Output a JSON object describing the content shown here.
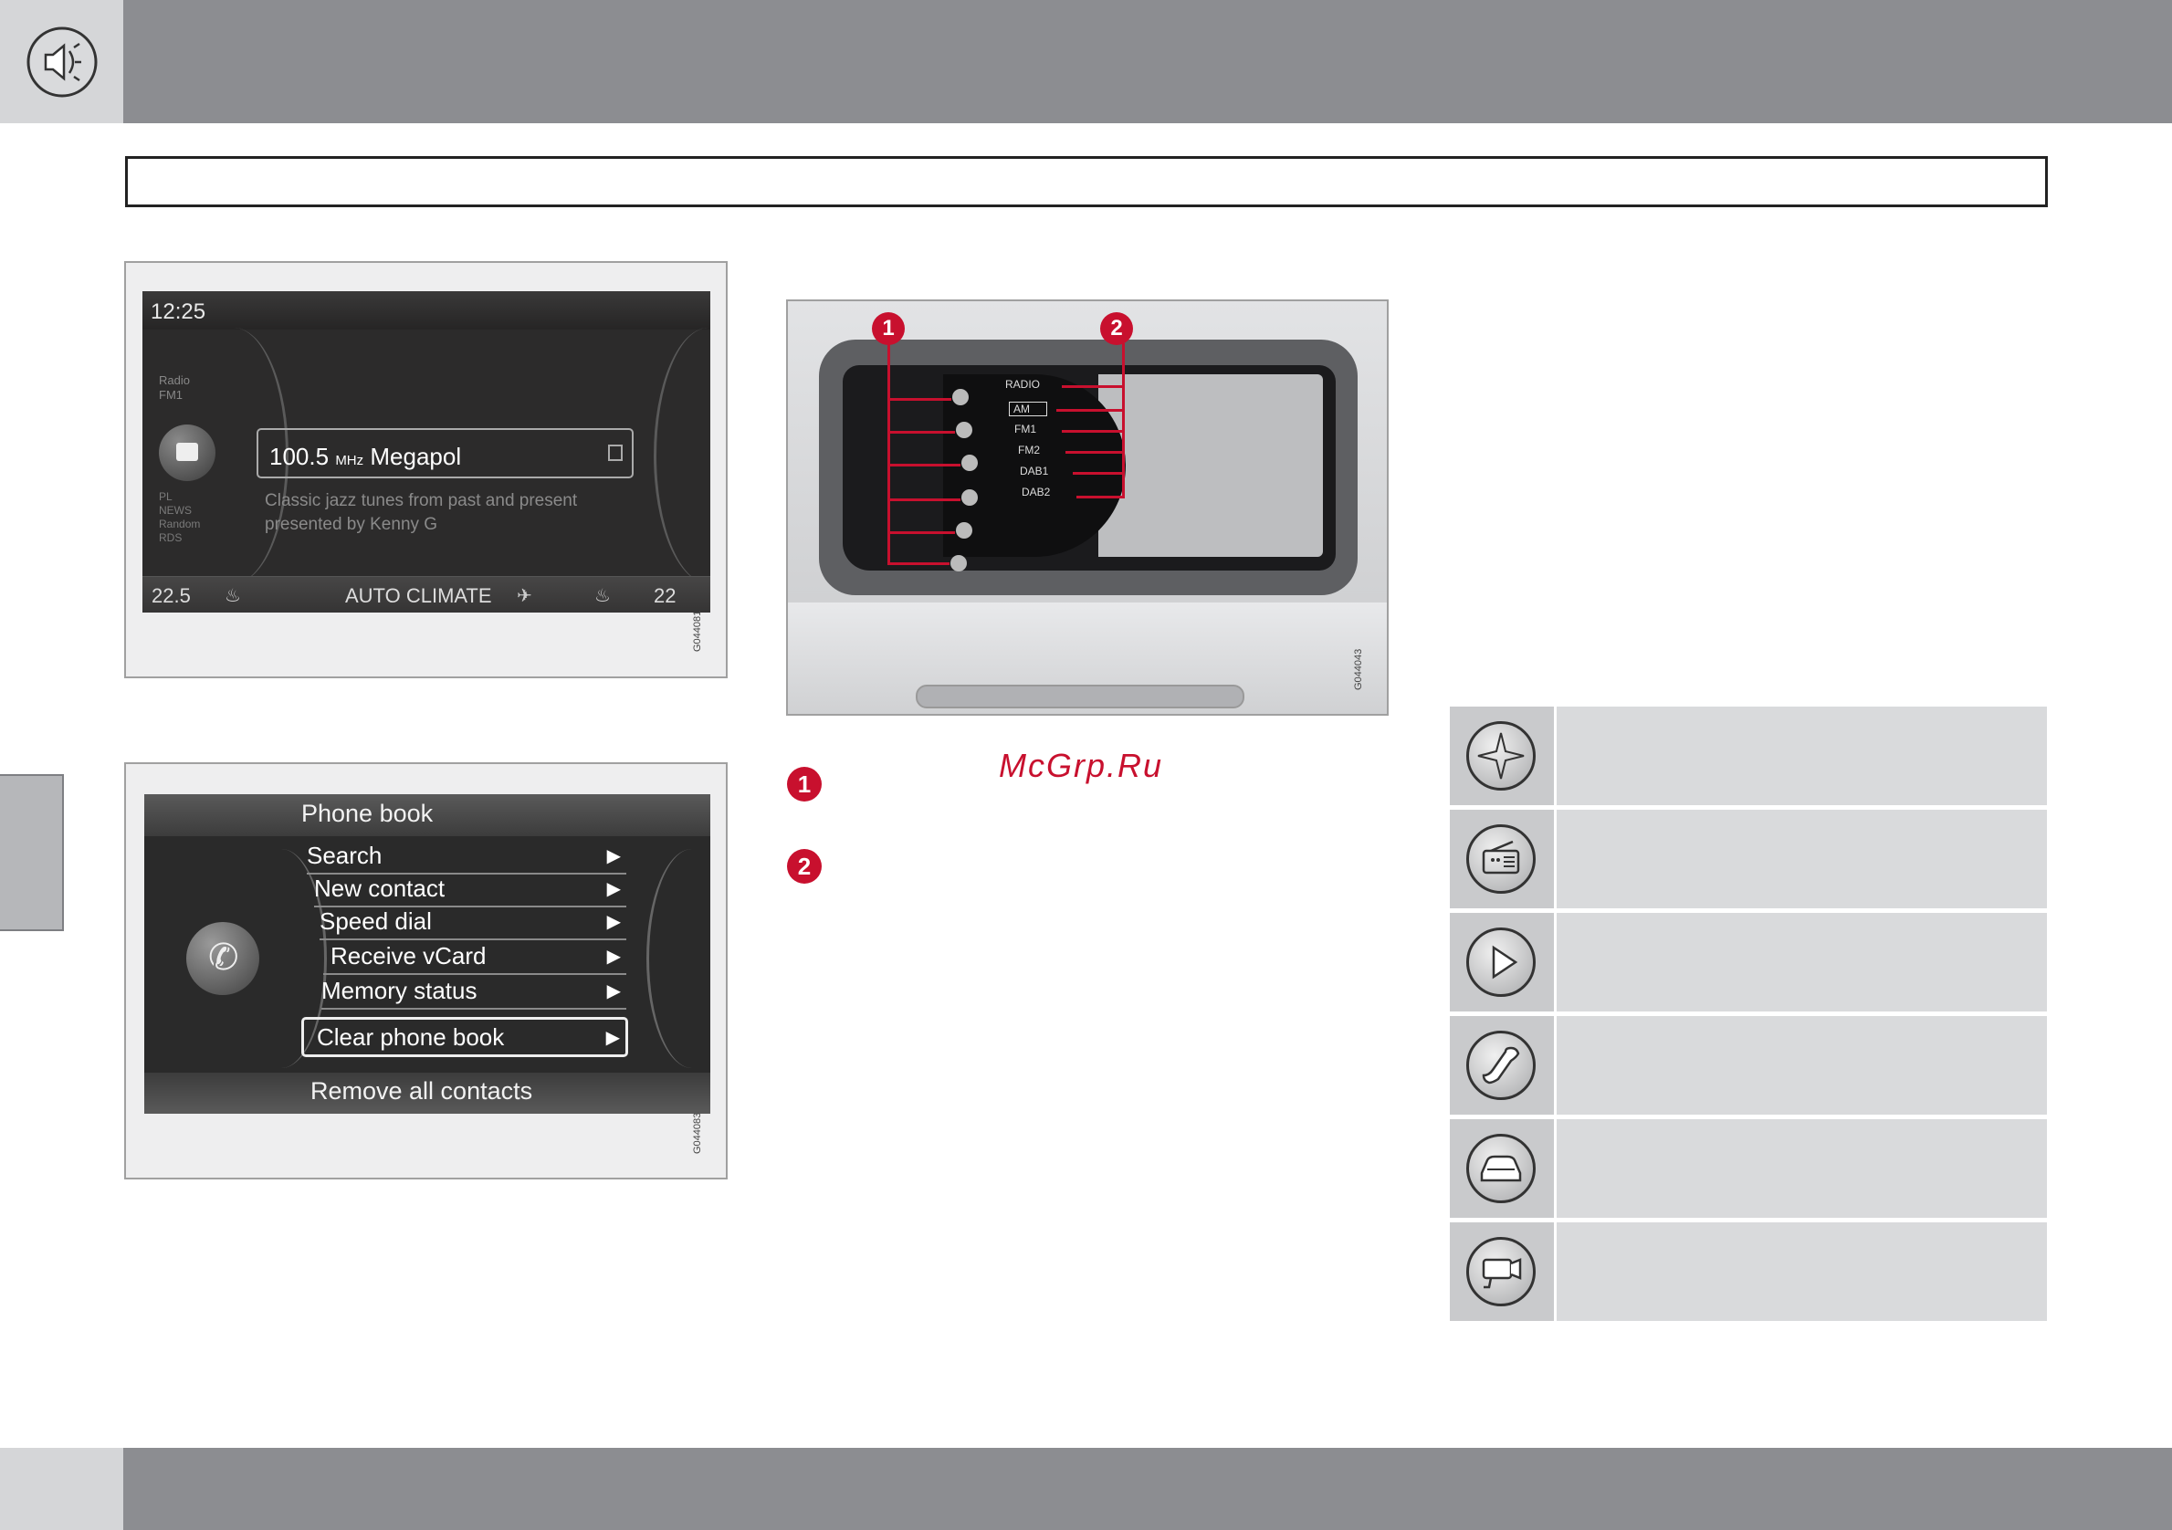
{
  "header": {
    "speaker_icon": "speaker-icon",
    "title": ""
  },
  "figure_radio": {
    "clock": "12:25",
    "source_lines": [
      "Radio",
      "FM1"
    ],
    "program_lines": [
      "PL",
      "NEWS",
      "Random",
      "RDS"
    ],
    "frequency": "100.5",
    "frequency_unit": "MHz",
    "station": "Megapol",
    "description": "Classic jazz tunes from past and present presented by Kenny G",
    "temp_left": "22.5",
    "temp_right": "22",
    "climate_label": "AUTO CLIMATE",
    "code": "G044081"
  },
  "figure_phonebook": {
    "header": "Phone book",
    "items": [
      {
        "label": "Search"
      },
      {
        "label": "New contact"
      },
      {
        "label": "Speed dial"
      },
      {
        "label": "Receive vCard"
      },
      {
        "label": "Memory status"
      },
      {
        "label": "Clear phone book"
      }
    ],
    "footer": "Remove all contacts",
    "arrow": "▶",
    "code": "G044083"
  },
  "figure_console": {
    "callout_1": "1",
    "callout_2": "2",
    "radio_menu": [
      "RADIO",
      "AM",
      "FM1",
      "FM2",
      "DAB1",
      "DAB2"
    ],
    "code": "G044043"
  },
  "legend": {
    "item_1": "1",
    "item_2": "2"
  },
  "watermark": "McGrp.Ru",
  "icon_table": {
    "rows": [
      {
        "icon": "navigation-compass-icon"
      },
      {
        "icon": "radio-icon"
      },
      {
        "icon": "play-icon"
      },
      {
        "icon": "phone-icon"
      },
      {
        "icon": "car-status-icon"
      },
      {
        "icon": "camera-icon"
      }
    ]
  },
  "colors": {
    "accent_red": "#c8102e",
    "band_grey": "#8c8d91"
  }
}
